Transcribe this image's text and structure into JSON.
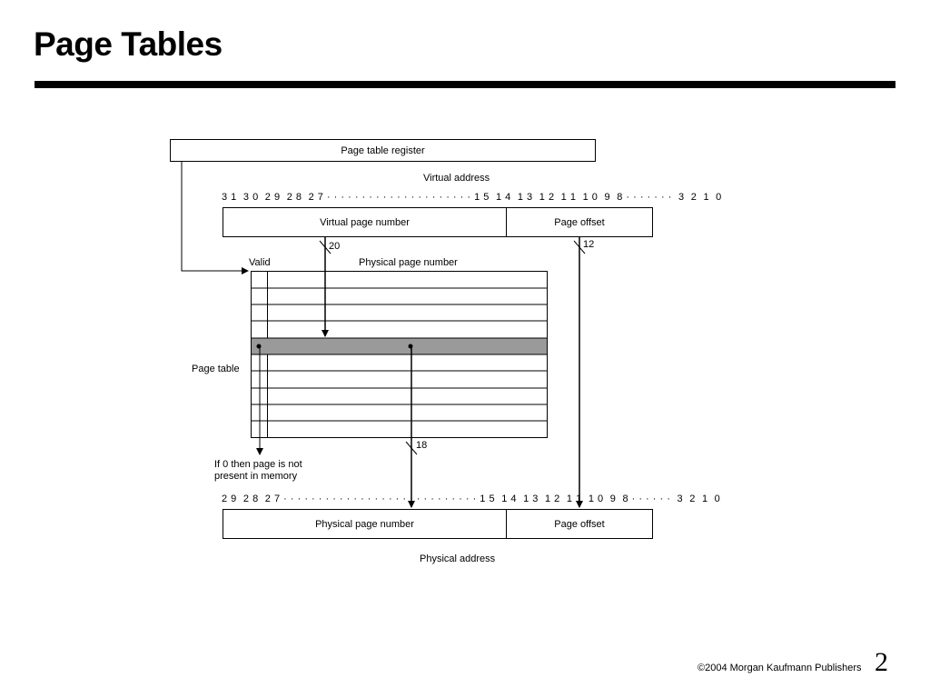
{
  "title": "Page Tables",
  "diagram": {
    "page_table_register": "Page table register",
    "virtual_address_label": "Virtual address",
    "virtual_bits": "3 1  3 0  2 9  2 8  2 7 · · · · · · · · · · · · · · · · · · · · · 1 5  1 4  1 3  1 2  1 1  1 0  9  8 · · · · · · ·  3  2  1  0",
    "virtual_page_number": "Virtual page number",
    "page_offset_top": "Page offset",
    "width_20": "20",
    "width_12": "12",
    "valid": "Valid",
    "physical_page_number_header": "Physical page number",
    "page_table": "Page table",
    "width_18": "18",
    "if_zero_note": "If 0 then page is not\npresent in memory",
    "physical_bits": "2 9  2 8  2 7 · · · · · · · · · · · · · · · · · · · · · · · · · · · · 1 5  1 4  1 3  1 2  1 1  1 0  9  8 · · · · · ·  3  2  1  0",
    "physical_page_number": "Physical page number",
    "page_offset_bottom": "Page offset",
    "physical_address_label": "Physical address"
  },
  "footer": {
    "copyright": "©2004 Morgan Kaufmann Publishers",
    "page_number": "2"
  }
}
